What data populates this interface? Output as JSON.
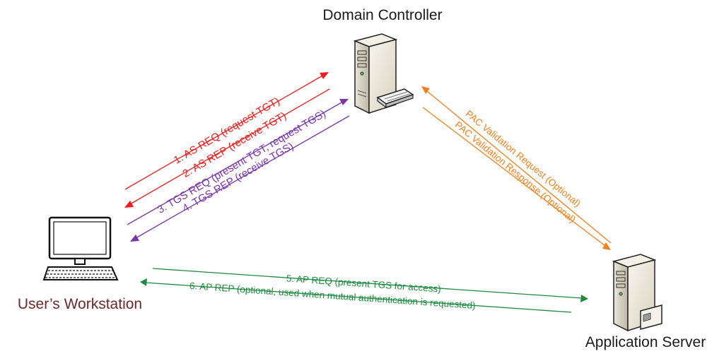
{
  "nodes": {
    "domain_controller": {
      "label": "Domain Controller",
      "color": "#1a1a1a",
      "icon": "server-tower-icon"
    },
    "workstation": {
      "label": "User’s Workstation",
      "color": "#6b2a2a",
      "icon": "computer-monitor-icon"
    },
    "app_server": {
      "label": "Application Server",
      "color": "#1a1a1a",
      "icon": "server-tower-icon"
    }
  },
  "messages": {
    "as_req": {
      "label": "1. AS REQ (request TGT)",
      "color": "#ee1c1c"
    },
    "as_rep": {
      "label": "2. AS REP (receive TGT)",
      "color": "#ee1c1c"
    },
    "tgs_req": {
      "label": "3. TGS REQ (present TGT, request TGS)",
      "color": "#7a35a8"
    },
    "tgs_rep": {
      "label": "4. TGS REP (receive TGS)",
      "color": "#7a35a8"
    },
    "ap_req": {
      "label": "5. AP REQ (present TGS for access)",
      "color": "#1d8a3e"
    },
    "ap_rep": {
      "label": "6. AP REP (optional, used when mutual authentication is requested)",
      "color": "#1d8a3e"
    },
    "pac_req": {
      "label": "PAC Validation Request (Optional)",
      "color": "#f07f1c"
    },
    "pac_rep": {
      "label": "PAC Validation Response (Optional)",
      "color": "#f07f1c"
    }
  }
}
